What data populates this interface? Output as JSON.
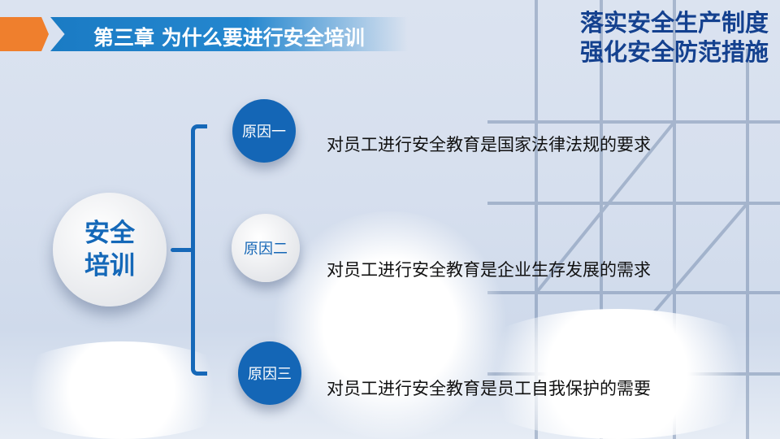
{
  "header": {
    "chapter_title": "第三章  为什么要进行安全培训"
  },
  "slogan": {
    "line1": "落实安全生产制度",
    "line2": "强化安全防范措施"
  },
  "center": {
    "line1": "安全",
    "line2": "培训"
  },
  "reasons": [
    {
      "label": "原因一",
      "text": "对员工进行安全教育是国家法律法规的要求"
    },
    {
      "label": "原因二",
      "text": "对员工进行安全教育是企业生存发展的需求"
    },
    {
      "label": "原因三",
      "text": "对员工进行安全教育是员工自我保护的需要"
    }
  ],
  "colors": {
    "accent_blue": "#1466b6",
    "orange": "#ef7f2d",
    "slogan": "#14418f"
  }
}
